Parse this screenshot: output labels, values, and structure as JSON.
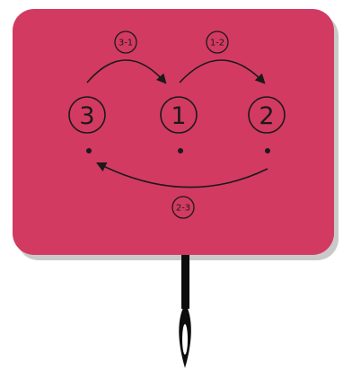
{
  "colors": {
    "card": "#d23a62",
    "card_shadow": "#c9c9c9",
    "ink": "#1a1a1a",
    "handle": "#0d0d0d"
  },
  "icons": {
    "handle": "sewing-needle-icon"
  },
  "nodes": [
    {
      "label": "3"
    },
    {
      "label": "1"
    },
    {
      "label": "2"
    }
  ],
  "transitions": [
    {
      "label": "3-1"
    },
    {
      "label": "1-2"
    },
    {
      "label": "2-3"
    }
  ]
}
